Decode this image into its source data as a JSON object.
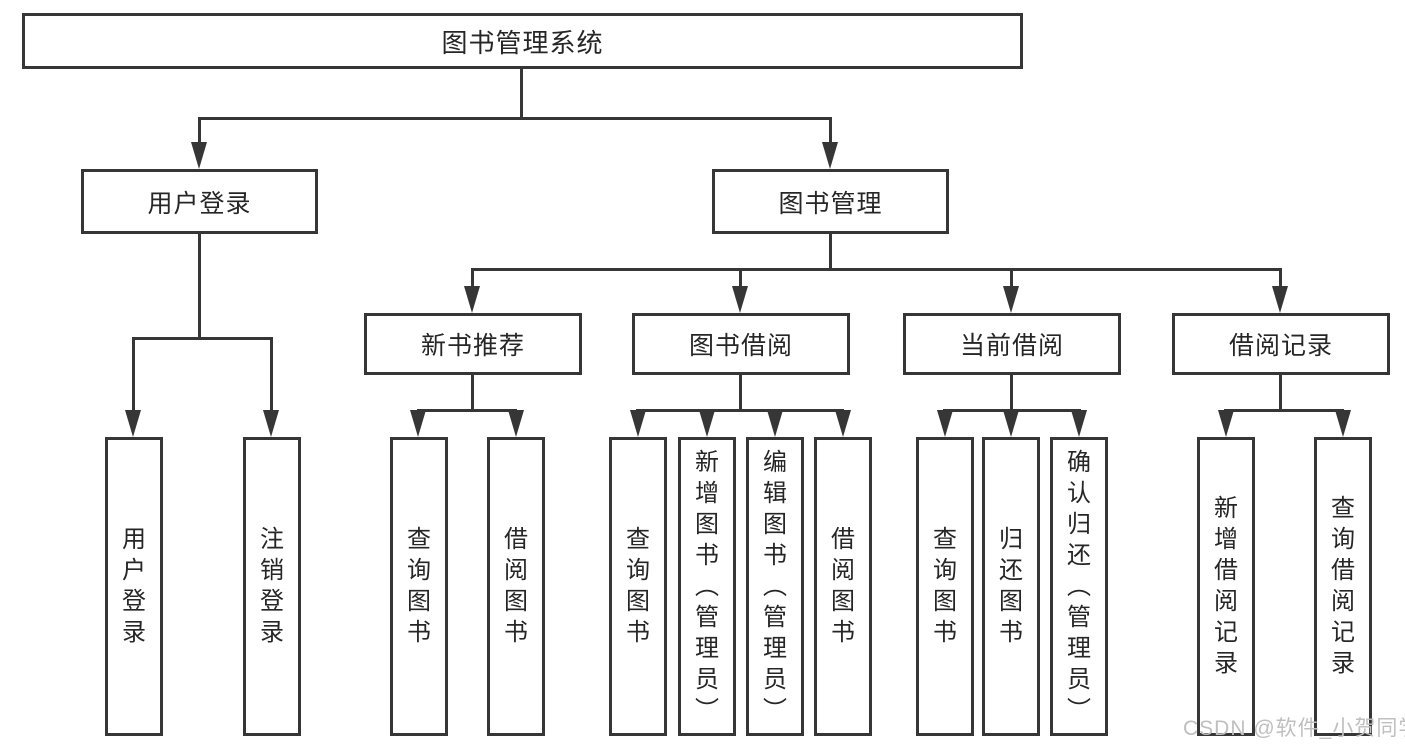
{
  "diagram": {
    "title": "图书管理系统",
    "root": {
      "label": "图书管理系统"
    },
    "branches": [
      {
        "label": "用户登录",
        "children": [
          {
            "label": "用户登录"
          },
          {
            "label": "注销登录"
          }
        ]
      },
      {
        "label": "图书管理",
        "sections": [
          {
            "label": "新书推荐",
            "children": [
              {
                "label": "查询图书"
              },
              {
                "label": "借阅图书"
              }
            ]
          },
          {
            "label": "图书借阅",
            "children": [
              {
                "label": "查询图书"
              },
              {
                "label": "新增图书（管理员）"
              },
              {
                "label": "编辑图书（管理员）"
              },
              {
                "label": "借阅图书"
              }
            ]
          },
          {
            "label": "当前借阅",
            "children": [
              {
                "label": "查询图书"
              },
              {
                "label": "归还图书"
              },
              {
                "label": "确认归还（管理员）"
              }
            ]
          },
          {
            "label": "借阅记录",
            "children": [
              {
                "label": "新增借阅记录"
              },
              {
                "label": "查询借阅记录"
              }
            ]
          }
        ]
      }
    ]
  },
  "watermark": {
    "text": "CSDN @软件_小贺同学"
  },
  "colors": {
    "line": "#363636",
    "text": "#262626",
    "box_bg": "#ffffff",
    "watermark": "#bfbfbf"
  }
}
